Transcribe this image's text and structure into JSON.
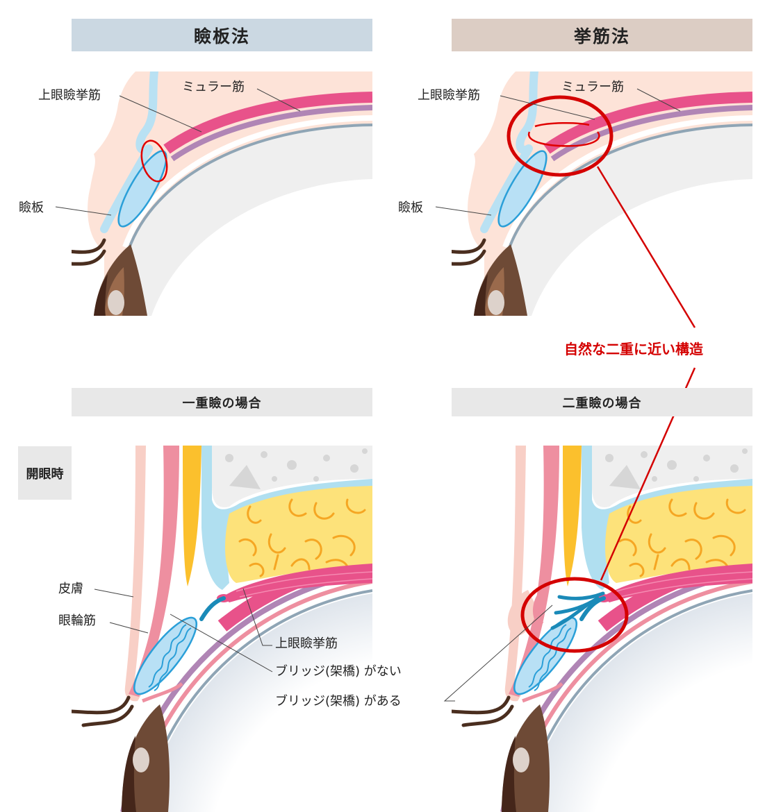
{
  "headers": {
    "left_method": "瞼板法",
    "right_method": "挙筋法",
    "left_case": "一重瞼の場合",
    "right_case": "二重瞼の場合",
    "state": "開眼時"
  },
  "top_labels": {
    "levator": "上眼瞼挙筋",
    "muller": "ミュラー筋",
    "tarsus": "瞼板"
  },
  "annotation": "自然な二重に近い構造",
  "bottom_labels": {
    "skin": "皮膚",
    "orbicularis": "眼輪筋",
    "levator": "上眼瞼挙筋",
    "no_bridge": "ブリッジ(架橋) がない",
    "bridge": "ブリッジ(架橋) がある"
  },
  "colors": {
    "left_header": "#cbd8e2",
    "right_header": "#dccdc4",
    "accent_red": "#d40000",
    "muscle": "#e8528a",
    "muller": "#b085b5",
    "tarsus": "#b8e0f5",
    "fat": "#fde27a"
  }
}
